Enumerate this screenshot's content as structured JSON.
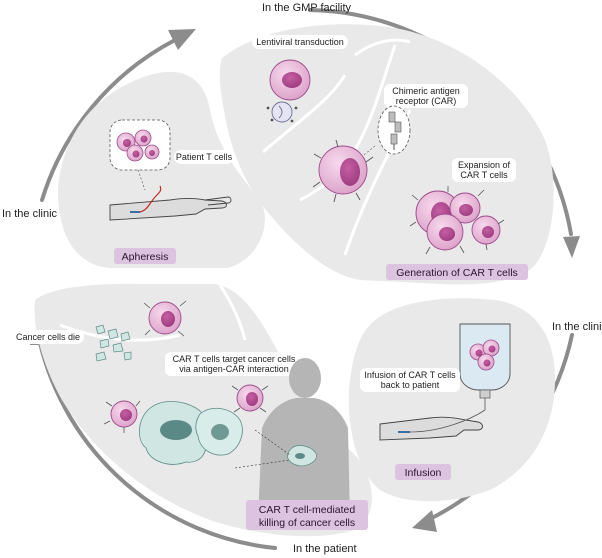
{
  "labels": {
    "gmp": "In the GMP facility",
    "clinic_left": "In the clinic",
    "clinic_right": "In the clinic",
    "patient": "In the patient"
  },
  "steps": {
    "apheresis": "Apheresis",
    "generation": "Generation of CAR T cells",
    "infusion": "Infusion",
    "killing_line1": "CAR T cell-mediated",
    "killing_line2": "killing of cancer cells"
  },
  "notes": {
    "patient_t_cells": "Patient T cells",
    "lentiviral": "Lentiviral transduction",
    "car_line1": "Chimeric antigen",
    "car_line2": "receptor (CAR)",
    "expansion_line1": "Expansion of",
    "expansion_line2": "CAR T cells",
    "infusion_line1": "Infusion of CAR T cells",
    "infusion_line2": "back to patient",
    "target_line1": "CAR T cells target cancer cells",
    "target_line2": "via antigen-CAR interaction",
    "cancer_die": "Cancer cells die"
  },
  "colors": {
    "panel": "#e9e9e9",
    "cell_fill": "#e9b6d8",
    "cell_stroke": "#9c4b8a",
    "nucleus": "#b3498e",
    "label_bg": "#dcc3df",
    "cancer_fill": "#cfe6e3",
    "cancer_nucleus": "#5b8a86",
    "arrow": "#8c8c8c"
  }
}
